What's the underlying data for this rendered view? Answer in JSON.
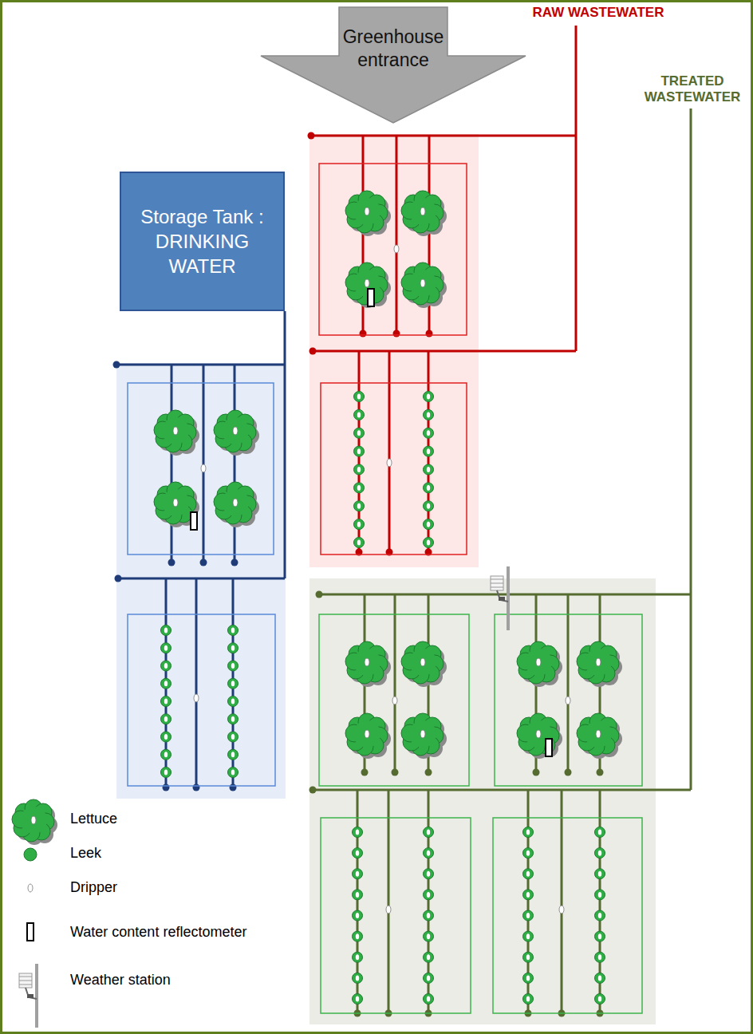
{
  "diagram": {
    "nodes": [
      {
        "text": [
          "Greenhouse entrance"
        ]
      },
      {
        "text": [
          "Storage Tank : DRINKING WATER"
        ]
      }
    ],
    "labels": [
      "RAW WASTEWATER",
      "TREATED WASTEWATER"
    ],
    "legend": [
      {
        "text": "Lettuce"
      },
      {
        "text": "Leek"
      },
      {
        "text": "Dripper"
      },
      {
        "text": "Water content reflectometer"
      },
      {
        "text": "Weather station"
      }
    ]
  }
}
